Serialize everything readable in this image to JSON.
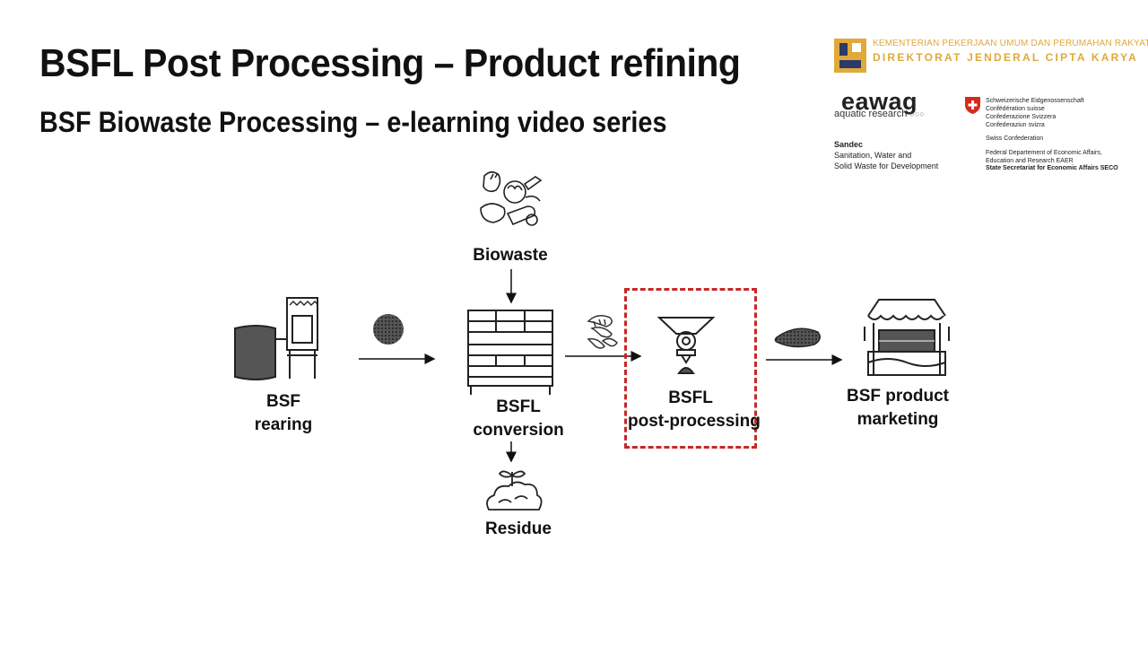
{
  "header": {
    "title": "BSFL Post Processing – Product refining",
    "subtitle": "BSF Biowaste Processing – e-learning video series"
  },
  "logos": {
    "pu_line1": "KEMENTERIAN PEKERJAAN UMUM DAN PERUMAHAN RAKYAT",
    "pu_line2": "DIREKTORAT JENDERAL CIPTA KARYA",
    "eawag_name": "eawag",
    "eawag_tagline": "aquatic research",
    "sandec_title": "Sandec",
    "sandec_line1": "Sanitation, Water and",
    "sandec_line2": "Solid Waste for Development",
    "swiss_lines": [
      "Schweizerische Eidgenossenschaft",
      "Confédération suisse",
      "Confederazione Svizzera",
      "Confederaziun svizra"
    ],
    "swiss_conf": "Swiss Confederation",
    "seco_lines": [
      "Federal Departement of Economic Affairs,",
      "Education and Research EAER"
    ],
    "seco_bold": "State Secretariat for Economic Affairs SECO",
    "brand_colors": {
      "pu_gold": "#e0a93a",
      "swiss_red": "#d52b1e",
      "highlight_red": "#c62828"
    }
  },
  "diagram": {
    "biowaste": "Biowaste",
    "rearing_line1": "BSF",
    "rearing_line2": "rearing",
    "conversion_line1": "BSFL",
    "conversion_line2": "conversion",
    "post_line1": "BSFL",
    "post_line2": "post-processing",
    "marketing_line1": "BSF product",
    "marketing_line2": "marketing",
    "residue": "Residue",
    "icons": [
      "biowaste-icon",
      "rearing-cage-icon",
      "eggs-icon",
      "conversion-rack-icon",
      "residue-compost-icon",
      "larvae-icon",
      "post-processing-grinder-icon",
      "products-icon",
      "market-stall-icon"
    ]
  }
}
